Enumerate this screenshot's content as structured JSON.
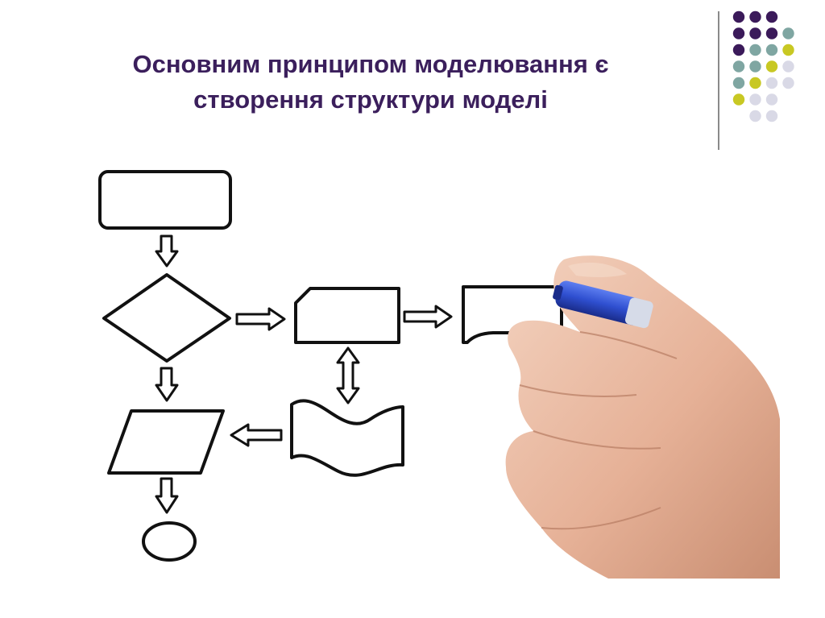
{
  "slide": {
    "title_line1": "Основним принципом моделювання є",
    "title_line2": "створення структури моделі"
  },
  "colors": {
    "title": "#3b1f5c",
    "dot_purple": "#3b1a5a",
    "dot_teal": "#7fa6a2",
    "dot_yellow": "#c8c823",
    "dot_lilac": "#d9d9e6",
    "divider": "#8a8a8a",
    "shape_stroke": "#111111",
    "marker_blue": "#2f4fd0",
    "skin": "#e8b89e"
  },
  "decoration": {
    "dot_grid": [
      [
        "purple",
        "purple",
        "purple",
        "none"
      ],
      [
        "purple",
        "purple",
        "purple",
        "teal"
      ],
      [
        "purple",
        "teal",
        "teal",
        "yellow"
      ],
      [
        "teal",
        "teal",
        "yellow",
        "lilac"
      ],
      [
        "teal",
        "yellow",
        "lilac",
        "lilac"
      ],
      [
        "yellow",
        "lilac",
        "lilac",
        "none"
      ],
      [
        "none",
        "lilac",
        "lilac",
        "none"
      ]
    ]
  },
  "illustration": {
    "icons": [
      "flowchart-terminator",
      "flowchart-decision",
      "flowchart-process",
      "flowchart-document",
      "flowchart-data",
      "flowchart-punched-tape",
      "flowchart-connector",
      "hand-with-marker"
    ]
  }
}
